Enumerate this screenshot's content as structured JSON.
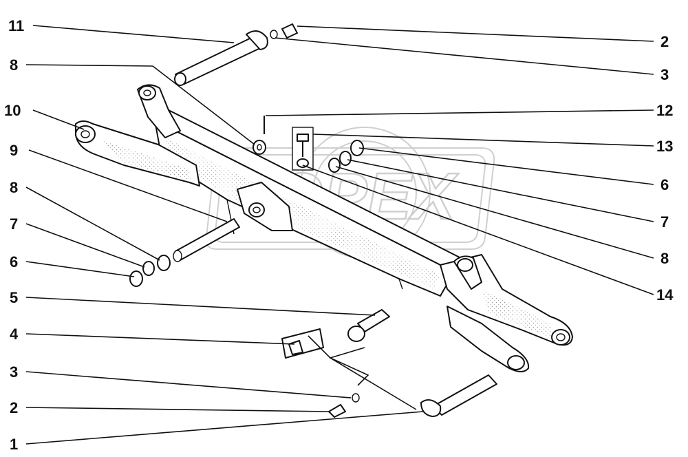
{
  "diagram": {
    "watermark_text": "OPEX",
    "callouts_left": [
      {
        "id": "c11",
        "label": "11"
      },
      {
        "id": "c8a",
        "label": "8"
      },
      {
        "id": "c10",
        "label": "10"
      },
      {
        "id": "c9",
        "label": "9"
      },
      {
        "id": "c8b",
        "label": "8"
      },
      {
        "id": "c7a",
        "label": "7"
      },
      {
        "id": "c6a",
        "label": "6"
      },
      {
        "id": "c5",
        "label": "5"
      },
      {
        "id": "c4",
        "label": "4"
      },
      {
        "id": "c3a",
        "label": "3"
      },
      {
        "id": "c2a",
        "label": "2"
      },
      {
        "id": "c1",
        "label": "1"
      }
    ],
    "callouts_right": [
      {
        "id": "c2b",
        "label": "2"
      },
      {
        "id": "c3b",
        "label": "3"
      },
      {
        "id": "c12",
        "label": "12"
      },
      {
        "id": "c13",
        "label": "13"
      },
      {
        "id": "c6b",
        "label": "6"
      },
      {
        "id": "c7b",
        "label": "7"
      },
      {
        "id": "c8c",
        "label": "8"
      },
      {
        "id": "c14",
        "label": "14"
      }
    ]
  }
}
